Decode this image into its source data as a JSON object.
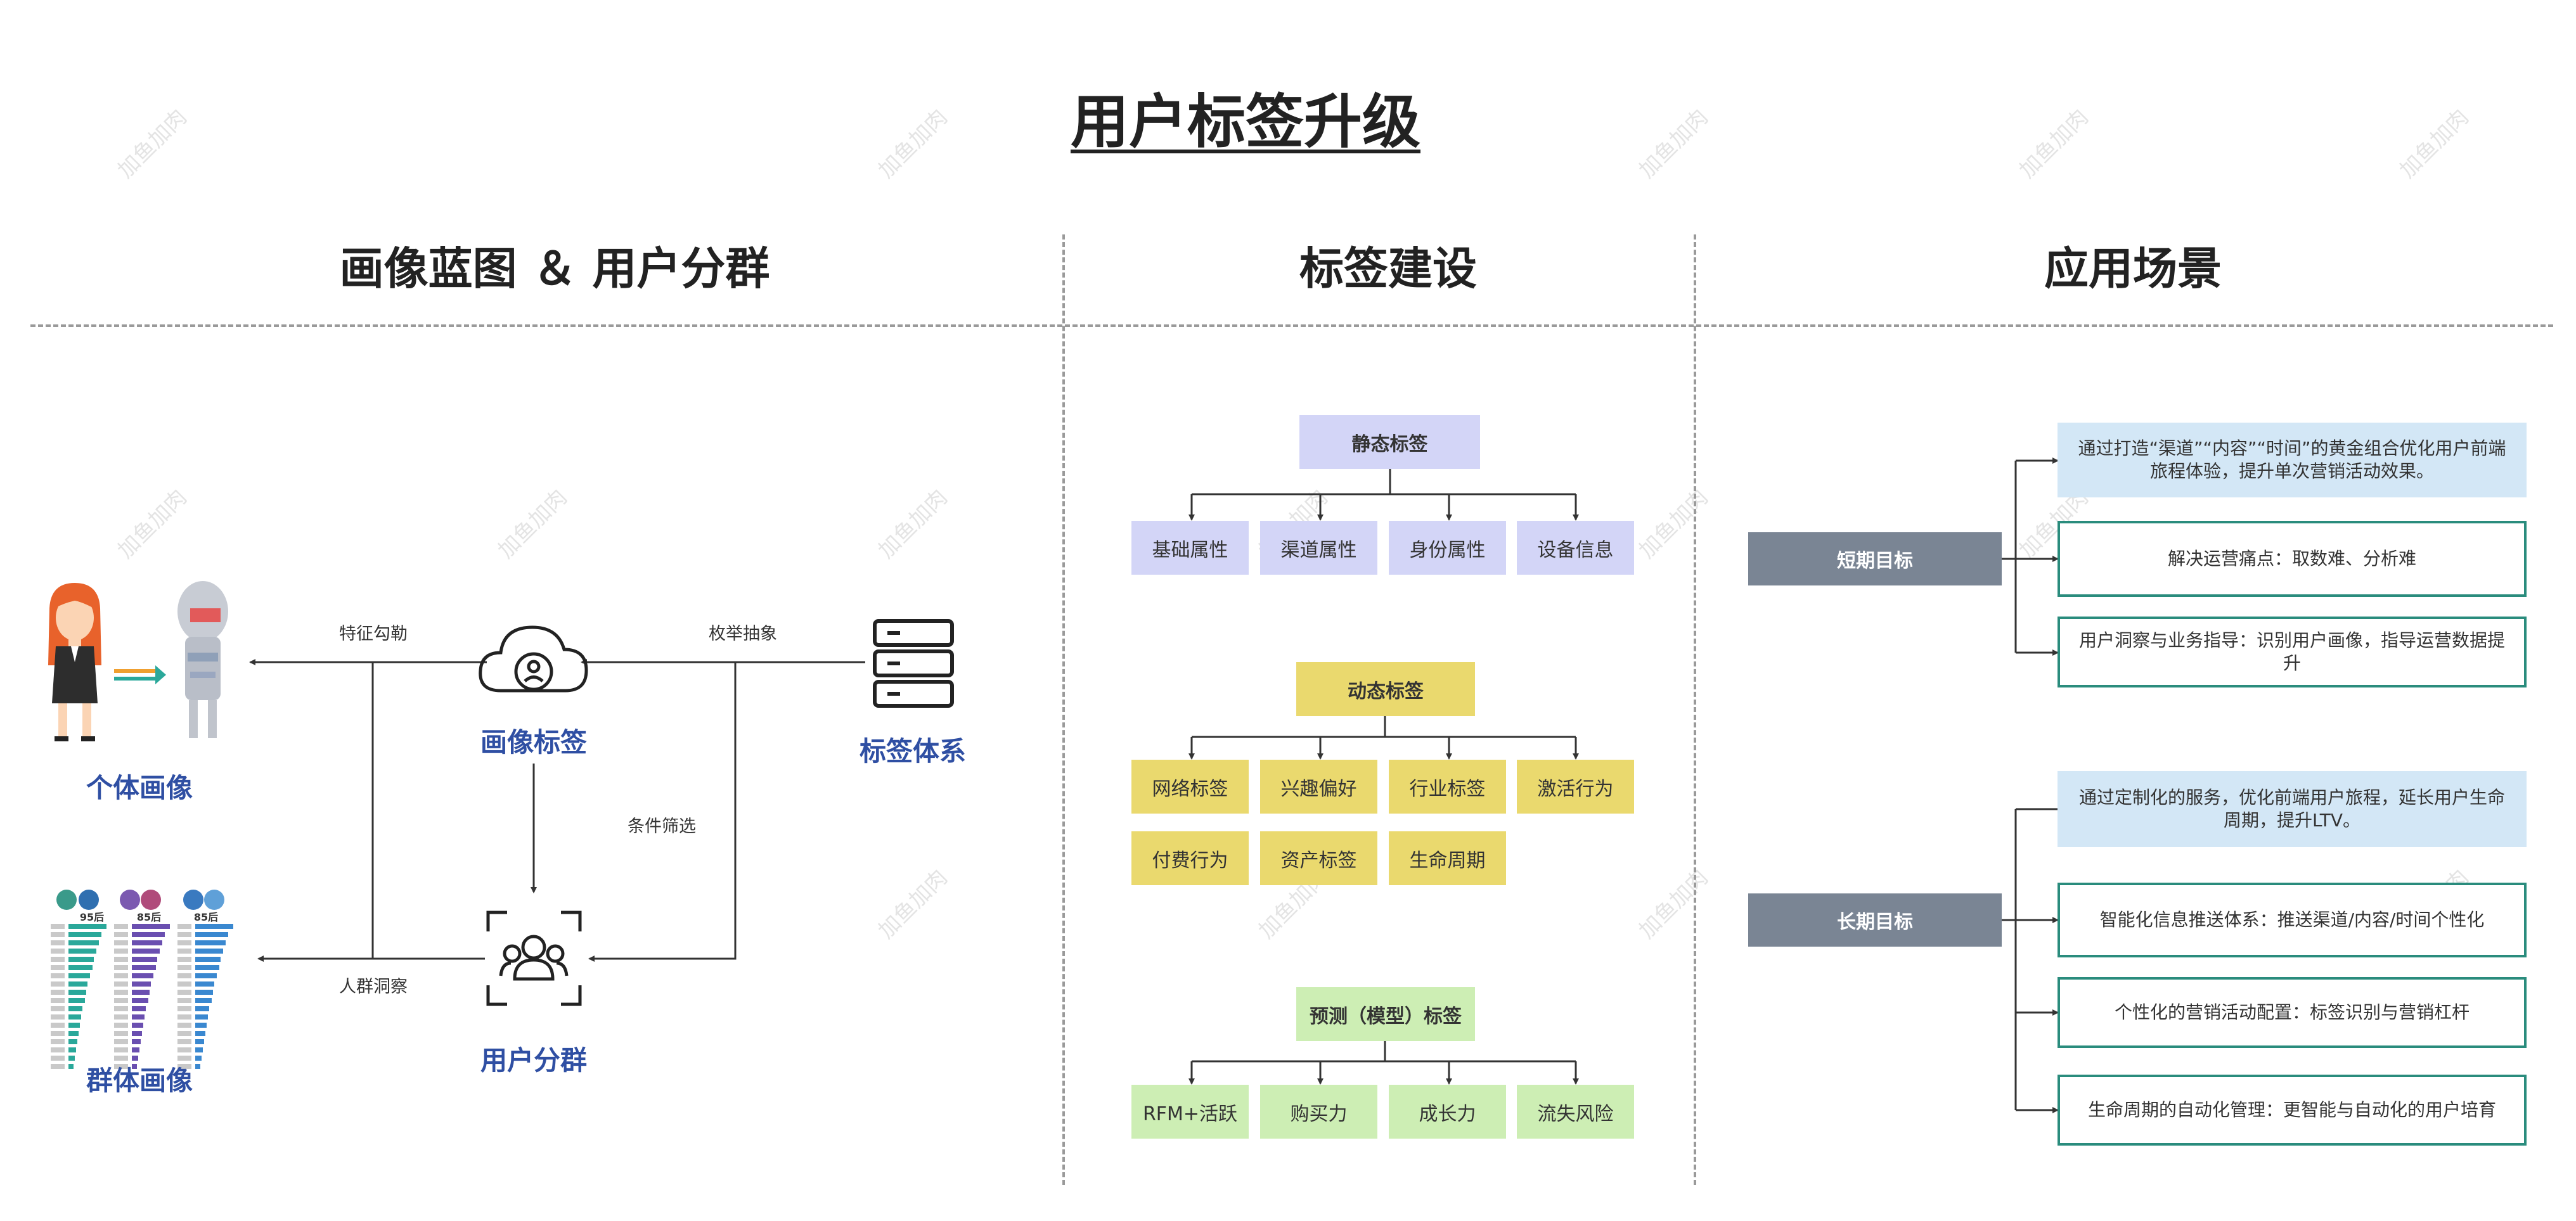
{
  "title": "用户标签升级",
  "sections": {
    "left": "画像蓝图 ＆ 用户分群",
    "middle": "标签建设",
    "right": "应用场景"
  },
  "flow": {
    "individual": "个体画像",
    "group": "群体画像",
    "portrait_tags": "画像标签",
    "user_segment": "用户分群",
    "tag_system": "标签体系",
    "edge_feature": "特征勾勒",
    "edge_enum": "枚举抽象",
    "edge_filter": "条件筛选",
    "edge_insight": "人群洞察",
    "group_badges": [
      "95后",
      "85后",
      "85后"
    ]
  },
  "tags": {
    "static": {
      "head": "静态标签",
      "children": [
        "基础属性",
        "渠道属性",
        "身份属性",
        "设备信息"
      ]
    },
    "dynamic": {
      "head": "动态标签",
      "row1": [
        "网络标签",
        "兴趣偏好",
        "行业标签",
        "激活行为"
      ],
      "row2": [
        "付费行为",
        "资产标签",
        "生命周期"
      ]
    },
    "predictive": {
      "head": "预测（模型）标签",
      "children": [
        "RFM+活跃",
        "购买力",
        "成长力",
        "流失风险"
      ]
    }
  },
  "scenarios": {
    "short": {
      "label": "短期目标",
      "items": [
        "通过打造“渠道”“内容”“时间”的黄金组合优化用户前端旅程体验，提升单次营销活动效果。",
        "解决运营痛点：取数难、分析难",
        "用户洞察与业务指导：识别用户画像，指导运营数据提升"
      ]
    },
    "long": {
      "label": "长期目标",
      "items": [
        "通过定制化的服务，优化前端用户旅程，延长用户生命周期，提升LTV。",
        "智能化信息推送体系：推送渠道/内容/时间个性化",
        "个性化的营销活动配置：标签识别与营销杠杆",
        "生命周期的自动化管理：更智能与自动化的用户培育"
      ]
    }
  },
  "watermark": "加鱼加肉",
  "colors": {
    "node_blue": "#2f4fa3",
    "lavender": "#d3d5f7",
    "yellow": "#ead96e",
    "green": "#cdeeb4",
    "goal_gray": "#7a8594",
    "card_blue": "#d3e7f6",
    "teal_border": "#2a8c7d"
  }
}
